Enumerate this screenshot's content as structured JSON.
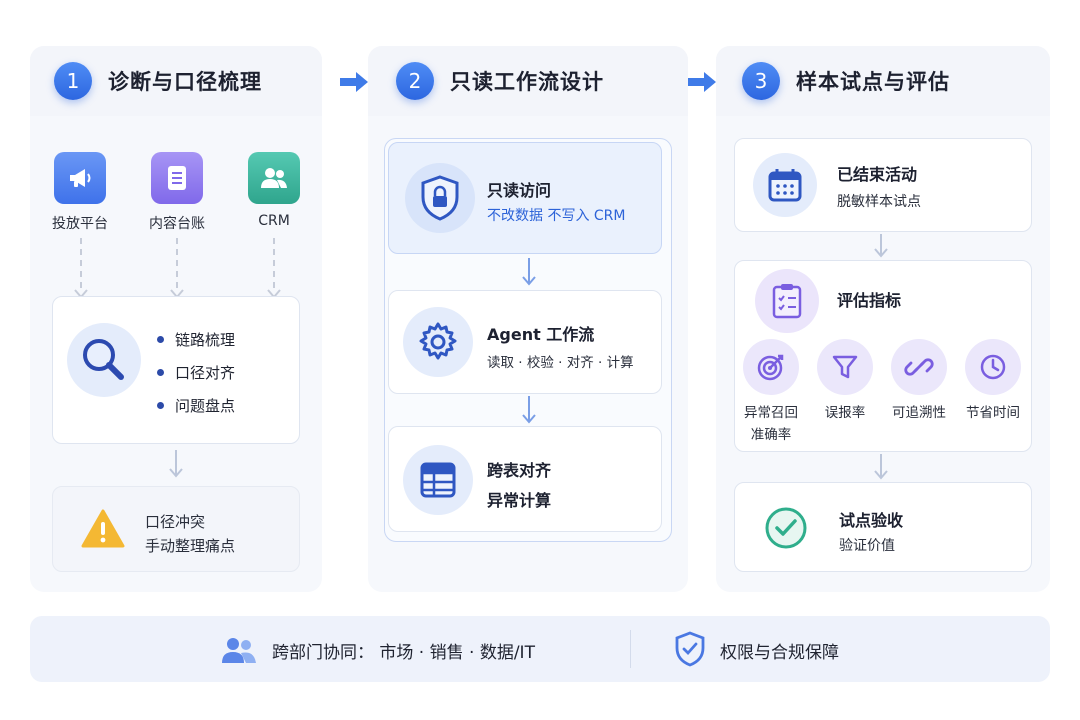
{
  "columns": [
    {
      "number": "1",
      "title": "诊断与口径梳理",
      "sources": [
        {
          "label": "投放平台",
          "icon": "megaphone-icon",
          "color": "#4f7ff0"
        },
        {
          "label": "内容台账",
          "icon": "document-icon",
          "color": "#8f7cf0"
        },
        {
          "label": "CRM",
          "icon": "users-icon",
          "color": "#3fb6a0"
        }
      ],
      "bullets": [
        "链路梳理",
        "口径对齐",
        "问题盘点"
      ],
      "warning": {
        "line1": "口径冲突",
        "line2": "手动整理痛点",
        "icon": "warning-icon",
        "color": "#f4b833"
      }
    },
    {
      "number": "2",
      "title": "只读工作流设计",
      "cards": [
        {
          "title": "只读访问",
          "sub": "不改数据  不写入 CRM",
          "icon": "shield-lock-icon"
        },
        {
          "title": "Agent 工作流",
          "sub": "读取 · 校验 · 对齐 · 计算",
          "icon": "gear-icon"
        },
        {
          "title": "跨表对齐",
          "sub": "异常计算",
          "icon": "table-icon"
        }
      ]
    },
    {
      "number": "3",
      "title": "样本试点与评估",
      "sample": {
        "title": "已结束活动",
        "sub": "脱敏样本试点",
        "icon": "calendar-icon"
      },
      "metrics_title": "评估指标",
      "metrics": [
        {
          "label1": "异常召回",
          "label2": "准确率",
          "icon": "target-icon"
        },
        {
          "label1": "误报率",
          "label2": "",
          "icon": "filter-icon"
        },
        {
          "label1": "可追溯性",
          "label2": "",
          "icon": "link-icon"
        },
        {
          "label1": "节省时间",
          "label2": "",
          "icon": "clock-icon"
        }
      ],
      "pilot": {
        "title": "试点验收",
        "sub": "验证价值",
        "icon": "check-circle-icon",
        "color": "#2fae8c"
      }
    }
  ],
  "footer": {
    "collab": "跨部门协同：  市场 · 销售 · 数据/IT",
    "compliance": "权限与合规保障"
  },
  "colors": {
    "accent": "#2d67e0",
    "panel": "#f6f8fc",
    "footer": "#eef2fb"
  }
}
